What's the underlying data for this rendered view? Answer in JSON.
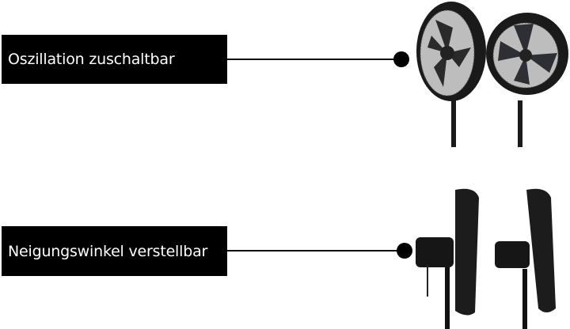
{
  "features": [
    {
      "label": "Oszillation zuschaltbar",
      "image": "fan-oscillation-front-views"
    },
    {
      "label": "Neigungswinkel verstellbar",
      "image": "fan-tilt-side-views"
    }
  ],
  "colors": {
    "label_bg": "#000000",
    "label_text": "#ffffff",
    "fan_body": "#1a1a1a",
    "grille": "#9a9a9a"
  }
}
